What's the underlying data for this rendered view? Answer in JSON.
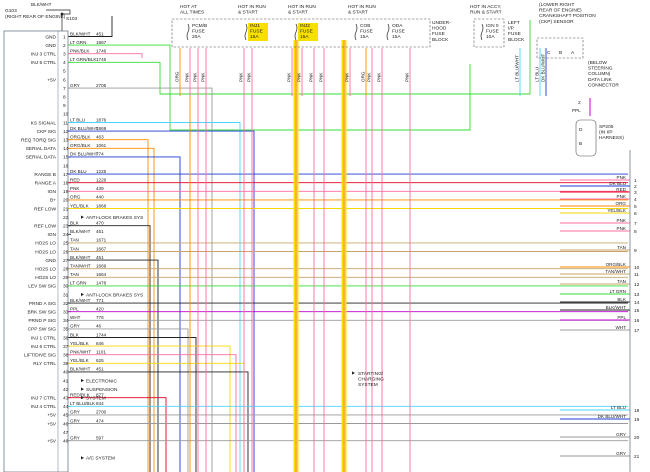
{
  "ground": {
    "wire": "BLK/WHT",
    "label": "G103",
    "sublabel": "(RIGHT REAR OF ENGINE)",
    "splice": "S103"
  },
  "fuses": [
    {
      "title": [
        "HOT AT",
        "ALL TIMES"
      ],
      "name": [
        "PCM/B",
        "FUSE",
        "20A"
      ],
      "yellow": false
    },
    {
      "title": [
        "HOT IN RUN",
        "& START"
      ],
      "name": [
        "INJ1",
        "FUSE",
        "15A"
      ],
      "yellow": true
    },
    {
      "title": [
        "HOT IN RUN",
        "& START"
      ],
      "name": [
        "INJ2",
        "FUSE",
        "15A"
      ],
      "yellow": true
    },
    {
      "title": [
        "HOT IN RUN",
        "& START"
      ],
      "name": [
        "COB",
        "FUSE",
        "15A"
      ],
      "yellow": false
    },
    {
      "title": [],
      "name": [
        "ODA",
        "FUSE",
        "15A"
      ],
      "yellow": false
    }
  ],
  "underhood_block": [
    "UNDER-",
    "HOOD",
    "FUSE",
    "BLOCK"
  ],
  "ip_fuse": {
    "title": [
      "HOT IN ACCY,",
      "RUN & START"
    ],
    "name": [
      "IGN 0",
      "FUSE",
      "10A"
    ],
    "block": [
      "LEFT",
      "I/P",
      "FUSE",
      "BLOCK"
    ]
  },
  "ckp_sensor": {
    "title": [
      "(LOWER RIGHT",
      "REAR OF ENGINE)",
      "CRANKSHAFT POSITION",
      "(CKP) SENSOR"
    ],
    "pins": [
      "C",
      "B",
      "A"
    ]
  },
  "dlc": {
    "title": [
      "(BELOW",
      "STEERING",
      "COLUMN)",
      "DATA LINK",
      "CONNECTOR"
    ],
    "pin": "2",
    "wire": "PPL"
  },
  "sp205": {
    "label": [
      "SP205",
      "(IN I/P",
      "HARNESS)"
    ],
    "pins": [
      "D",
      "B"
    ]
  },
  "vertical_wire_labels": [
    "ORG",
    "PNK",
    "PNK",
    "PNK",
    "PNK",
    "PNK",
    "PNK",
    "PNK",
    "PNK",
    "PNK",
    "PNK",
    "ORG",
    "PNK",
    "PNK",
    "PNK",
    "LT BLU/WHT",
    "LT BLU",
    "DK BLU/WHT"
  ],
  "pcm_left_labels": [
    "GND",
    "GND",
    "INJ 3 CTRL",
    "INJ 5 CTRL",
    "",
    "+5V",
    "",
    "",
    "",
    "",
    "KS SIGNAL",
    "CKP SIG",
    "REQ TORQ SIG",
    "SERIAL DATA",
    "SERIAL DATA",
    "",
    "RANGE B",
    "RANGE A",
    "IGN",
    "B+",
    "REF LOW",
    "",
    "REF LOW",
    "IGN",
    "HO2S LO",
    "HO2S LO",
    "GND",
    "HO2S LO",
    "HO2S LO",
    "LEV SW SIG",
    "",
    "PRND A SIG",
    "BRK SW SIG",
    "PRND P SIG",
    "CPP SW SIG",
    "INJ 1 CTRL",
    "INJ 6 CTRL",
    "LIFT/DIVE SIG",
    "RLY CTRL",
    "",
    "",
    "",
    "INJ 7 CTRL",
    "INJ 4 CTRL",
    "+5V",
    "+5V",
    "",
    "+5V"
  ],
  "pcm_pins": [
    "1",
    "2",
    "3",
    "4",
    "5",
    "6",
    "7",
    "8",
    "9",
    "10",
    "11",
    "12",
    "13",
    "14",
    "15",
    "16",
    "17",
    "18",
    "19",
    "20",
    "21",
    "22",
    "23",
    "24",
    "25",
    "26",
    "27",
    "28",
    "29",
    "30",
    "31",
    "32",
    "33",
    "34",
    "35",
    "36",
    "37",
    "38",
    "39",
    "40",
    "41",
    "42",
    "43",
    "44",
    "45",
    "46",
    "47",
    "48"
  ],
  "pcm_wires": [
    {
      "color": "BLK/WHT",
      "circuit": "451"
    },
    {
      "color": "LT GRN",
      "circuit": "1867"
    },
    {
      "color": "PNK/BLK",
      "circuit": "1746"
    },
    {
      "color": "LT GRN/BLK",
      "circuit": "1745"
    },
    {
      "color": "",
      "circuit": ""
    },
    {
      "color": "",
      "circuit": ""
    },
    {
      "color": "GRY",
      "circuit": "2705"
    },
    {
      "color": "",
      "circuit": ""
    },
    {
      "color": "",
      "circuit": ""
    },
    {
      "color": "",
      "circuit": ""
    },
    {
      "color": "LT BLU",
      "circuit": "1876"
    },
    {
      "color": "DK BLU/WHT",
      "circuit": "1869"
    },
    {
      "color": "ORG/BLK",
      "circuit": "463"
    },
    {
      "color": "ORG/BLK",
      "circuit": "1061"
    },
    {
      "color": "DK BLU/WHT",
      "circuit": "774"
    },
    {
      "color": "",
      "circuit": ""
    },
    {
      "color": "DK BLU",
      "circuit": "1225"
    },
    {
      "color": "RED",
      "circuit": "1226"
    },
    {
      "color": "PNK",
      "circuit": "439"
    },
    {
      "color": "ORG",
      "circuit": "440"
    },
    {
      "color": "YEL/BLK",
      "circuit": "1868"
    },
    {
      "color": "",
      "circuit": ""
    },
    {
      "color": "BLK",
      "circuit": "470"
    },
    {
      "color": "BLK/WHT",
      "circuit": "451"
    },
    {
      "color": "TAN",
      "circuit": "1671"
    },
    {
      "color": "TAN",
      "circuit": "1667"
    },
    {
      "color": "BLK/WHT",
      "circuit": "451"
    },
    {
      "color": "TAN/WHT",
      "circuit": "1669"
    },
    {
      "color": "TAN",
      "circuit": "1664"
    },
    {
      "color": "LT GRN",
      "circuit": "1478"
    },
    {
      "color": "",
      "circuit": ""
    },
    {
      "color": "BLK/WHT",
      "circuit": "771"
    },
    {
      "color": "PPL",
      "circuit": "420"
    },
    {
      "color": "WHT",
      "circuit": "776"
    },
    {
      "color": "GRY",
      "circuit": "46"
    },
    {
      "color": "BLK",
      "circuit": "1744"
    },
    {
      "color": "YEL/BLK",
      "circuit": "846"
    },
    {
      "color": "PNK/WHT",
      "circuit": "1101"
    },
    {
      "color": "YEL/BLK",
      "circuit": "625"
    },
    {
      "color": "BLK/WHT",
      "circuit": "451"
    },
    {
      "color": "",
      "circuit": ""
    },
    {
      "color": "",
      "circuit": ""
    },
    {
      "color": "RED/BLK",
      "circuit": "877"
    },
    {
      "color": "LT BLU/BLK",
      "circuit": "844"
    },
    {
      "color": "GRY",
      "circuit": "2700"
    },
    {
      "color": "GRY",
      "circuit": "474"
    },
    {
      "color": "",
      "circuit": ""
    },
    {
      "color": "GRY",
      "circuit": "597"
    }
  ],
  "destinations": [
    {
      "row": 22,
      "text": "ANTI-LOCK BRAKES SYS"
    },
    {
      "row": 31,
      "text": "ANTI-LOCK BRAKES SYS"
    },
    {
      "row": 41,
      "text": "ELECTRONIC"
    },
    {
      "row": 42,
      "text": "SUSPENSION"
    },
    {
      "row": 43,
      "text": "SYSTEM"
    },
    {
      "row": 50,
      "text": "A/C SYSTEM"
    }
  ],
  "starting_system": [
    "STARTING/",
    "CHARGING",
    "SYSTEM"
  ],
  "right_connector": [
    {
      "color": "PNK",
      "pin": "1"
    },
    {
      "color": "DK BLU",
      "pin": "2"
    },
    {
      "color": "RED",
      "pin": "3"
    },
    {
      "color": "PNK",
      "pin": "4"
    },
    {
      "color": "ORG",
      "pin": "5"
    },
    {
      "color": "YEL/BLK",
      "pin": "6"
    },
    {
      "color": "PNK",
      "pin": "7"
    },
    {
      "color": "PNK",
      "pin": "8"
    },
    {
      "color": "TAN",
      "pin": "9"
    },
    {
      "color": "ORG/BLK",
      "pin": "10"
    },
    {
      "color": "TAN/WHT",
      "pin": "11"
    },
    {
      "color": "TAN",
      "pin": "12"
    },
    {
      "color": "LT GRN",
      "pin": "13"
    },
    {
      "color": "BLK",
      "pin": "14"
    },
    {
      "color": "BLK/WHT",
      "pin": "15"
    },
    {
      "color": "PPL",
      "pin": "16"
    },
    {
      "color": "WHT",
      "pin": "17"
    },
    {
      "color": "LT BLU",
      "pin": "18"
    },
    {
      "color": "DK BLU/WHT",
      "pin": "19"
    },
    {
      "color": "GRY",
      "pin": "20"
    },
    {
      "color": "GRY",
      "pin": "21"
    }
  ],
  "colors": {
    "highlight": "#f7e000",
    "box_stroke": "#6c7a8a"
  }
}
